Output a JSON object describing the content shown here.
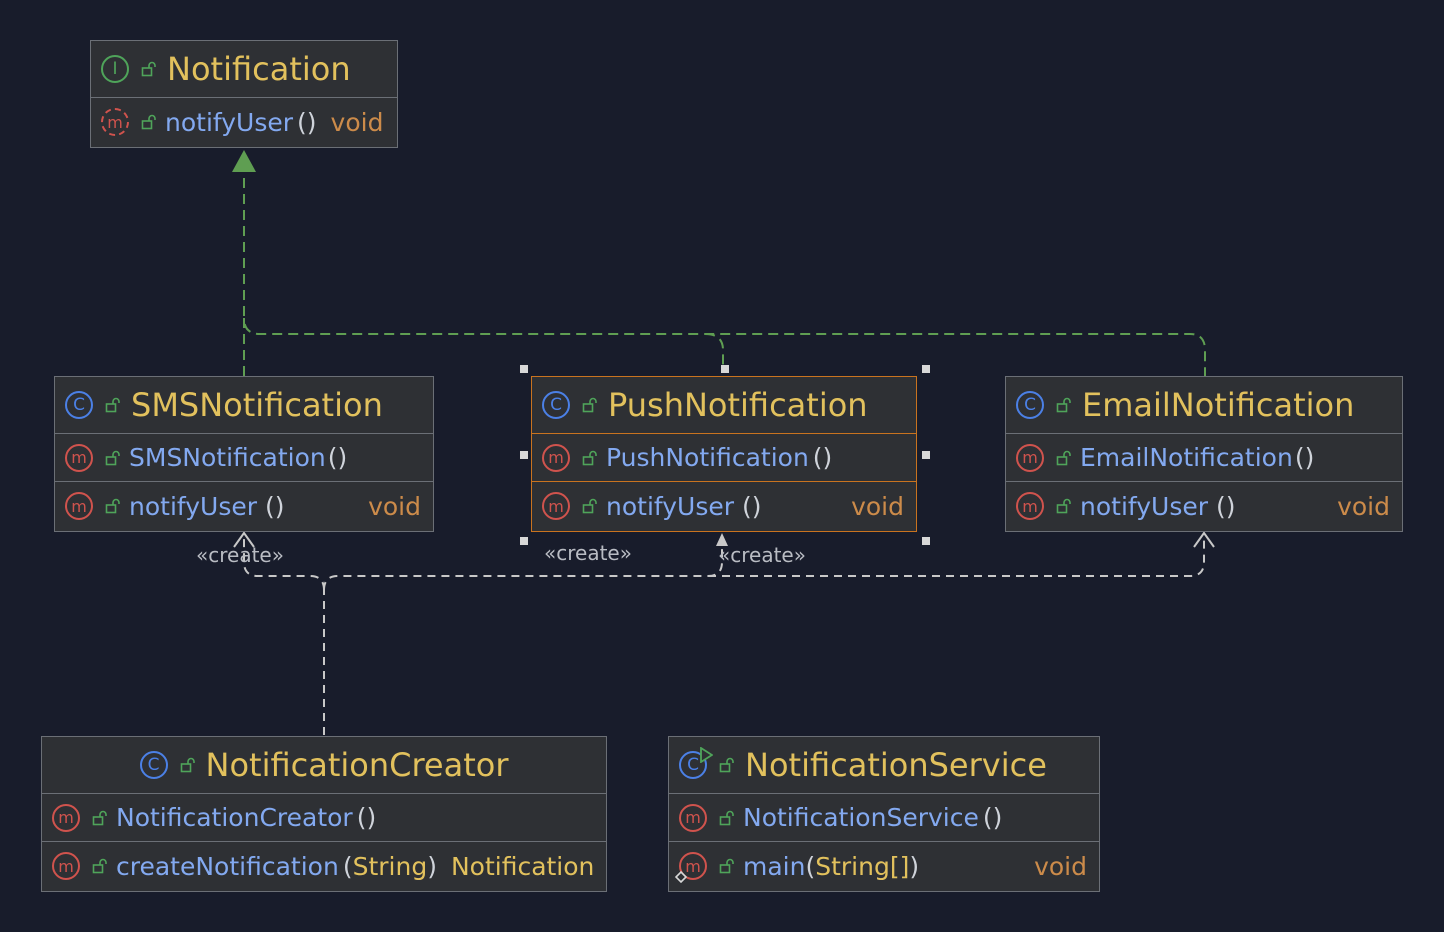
{
  "classes": {
    "notification": {
      "name": "Notification",
      "kind": "interface",
      "methods": [
        {
          "name": "notifyUser",
          "params": "()",
          "return_type": "void"
        }
      ]
    },
    "sms": {
      "name": "SMSNotification",
      "kind": "class",
      "methods": [
        {
          "name": "SMSNotification",
          "params": "()",
          "return_type": ""
        },
        {
          "name": "notifyUser",
          "params": "()",
          "return_type": "void"
        }
      ]
    },
    "push": {
      "name": "PushNotification",
      "kind": "class",
      "selected": true,
      "methods": [
        {
          "name": "PushNotification",
          "params": "()",
          "return_type": ""
        },
        {
          "name": "notifyUser",
          "params": "()",
          "return_type": "void"
        }
      ]
    },
    "email": {
      "name": "EmailNotification",
      "kind": "class",
      "methods": [
        {
          "name": "EmailNotification",
          "params": "()",
          "return_type": ""
        },
        {
          "name": "notifyUser",
          "params": "()",
          "return_type": "void"
        }
      ]
    },
    "creator": {
      "name": "NotificationCreator",
      "kind": "class",
      "methods": [
        {
          "name": "NotificationCreator",
          "params": "()",
          "return_type": ""
        },
        {
          "name": "createNotification",
          "params": "String",
          "return_type": "Notification"
        }
      ]
    },
    "service": {
      "name": "NotificationService",
      "kind": "runnable-class",
      "methods": [
        {
          "name": "NotificationService",
          "params": "()",
          "return_type": ""
        },
        {
          "name": "main",
          "params": "String[]",
          "return_type": "void"
        }
      ]
    }
  },
  "connectors": {
    "create_label": "«create»"
  },
  "colors": {
    "background": "#181c2b",
    "class_fill": "#2e3034",
    "class_name": "#e2c15d",
    "method_name": "#83a9f0",
    "return_type": "#cc8b4a",
    "realization": "#5f9e52",
    "dependency": "#c8c8c8",
    "selection": "#c9731f"
  },
  "icons": [
    "interface-icon",
    "class-icon",
    "method-icon",
    "public-lock-icon",
    "runnable-class-icon"
  ]
}
